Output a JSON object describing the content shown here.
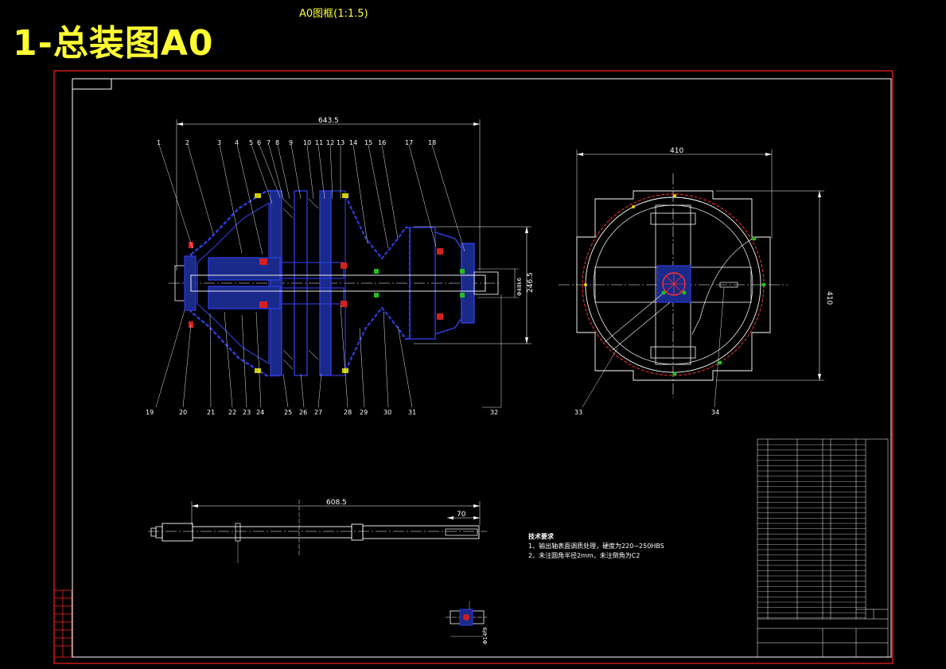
{
  "title": "1-总装图A0",
  "frame_note": "A0图框(1:1.5)",
  "dimensions": {
    "main_width": "643.5",
    "main_height": "246.5",
    "main_bore": "Φ48k6",
    "side_width": "410",
    "side_height": "410",
    "shaft_length": "608.5",
    "shaft_key": "70",
    "key_dim": "Φ14f9"
  },
  "part_labels_top": [
    "1",
    "2",
    "3",
    "4",
    "5",
    "6",
    "7",
    "8",
    "9",
    "10",
    "11",
    "12",
    "13",
    "14",
    "15",
    "16",
    "17",
    "18"
  ],
  "part_labels_bottom": [
    "19",
    "20",
    "21",
    "22",
    "23",
    "24",
    "25",
    "26",
    "27",
    "28",
    "29",
    "30",
    "31",
    "32"
  ],
  "side_labels": [
    "33",
    "34"
  ],
  "requirements": {
    "heading": "技术要求",
    "line1": "1、输出轴表面调质处理，硬度为220−250HBS",
    "line2": "2、未注圆角半径2mm，未注倒角为C2"
  },
  "colors": {
    "background": "#000000",
    "frame": "#ff2020",
    "title": "#ffff33",
    "part": "#2e3bd6",
    "line": "#ffffff"
  }
}
